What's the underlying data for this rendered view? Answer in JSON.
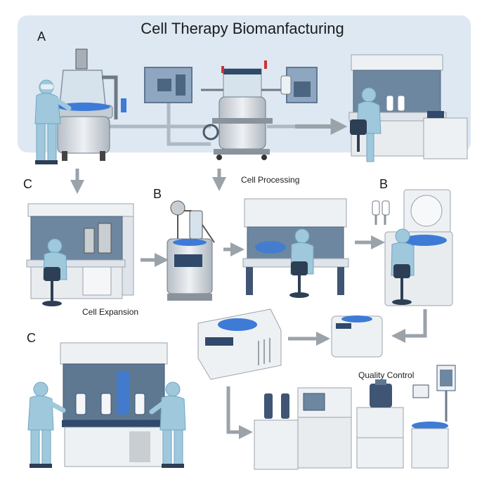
{
  "title": "Cell Therapy Biomanfacturing",
  "panel_labels": {
    "a": "A",
    "c_top": "C",
    "b_left": "B",
    "b_right": "B",
    "c_bottom": "C"
  },
  "stage_labels": {
    "cell_processing": "Cell Processing",
    "cell_expansion": "Cell Expansion",
    "quality_control": "Quality Control"
  },
  "colors": {
    "top_band": "#dde8f2",
    "arrow": "#9aa2aa",
    "suit": "#9fc8dc",
    "suit_dark": "#6fa6c2",
    "steel": "#c9ced3",
    "cabinet": "#e9ecef",
    "glass": "#6e87a0",
    "navy": "#3f5573",
    "media_blue": "#3d7bd6"
  }
}
